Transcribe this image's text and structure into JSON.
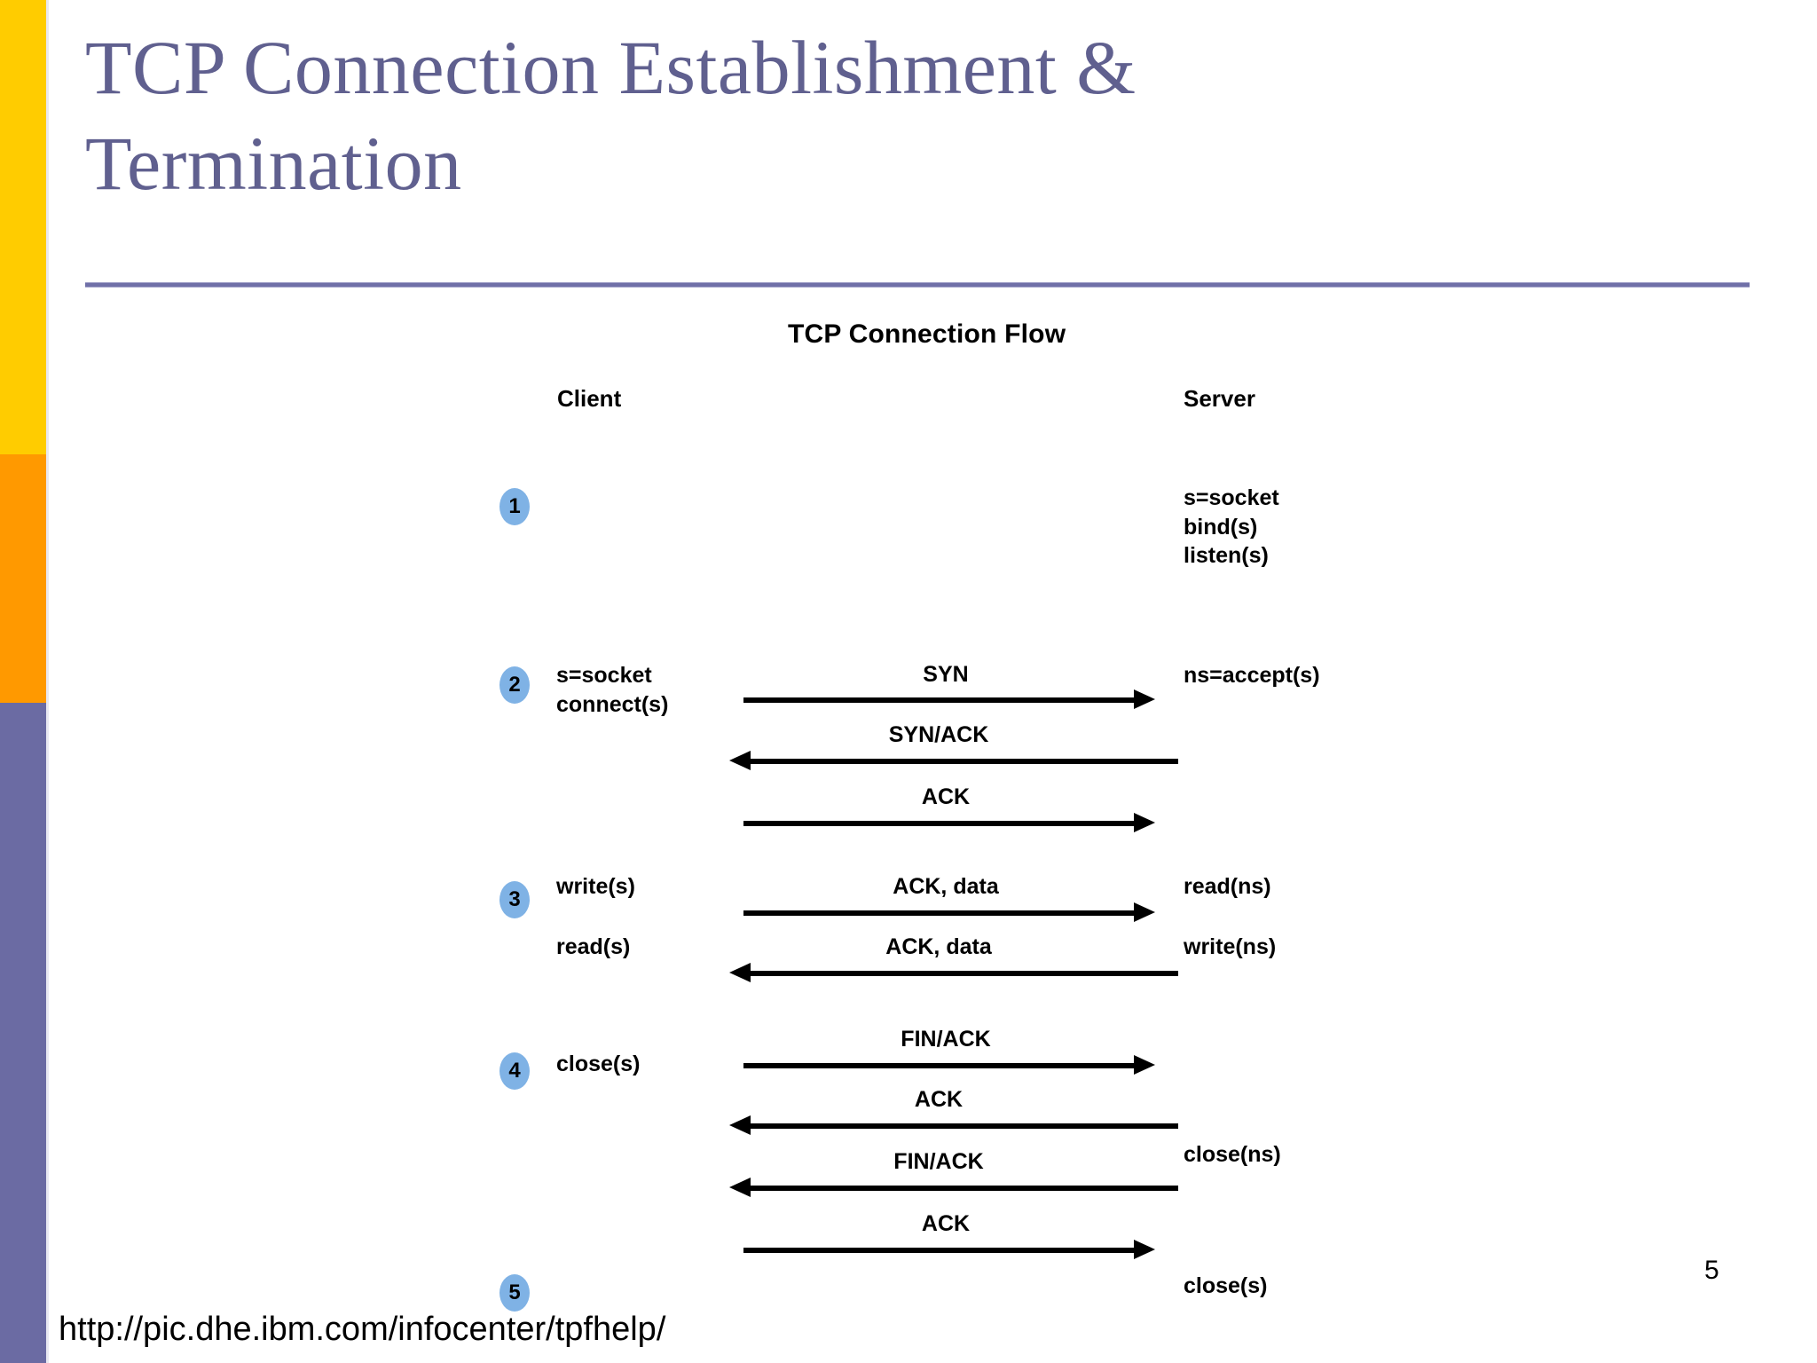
{
  "slide": {
    "title": "TCP Connection Establishment & Termination",
    "page_number": "5",
    "source_url": "http://pic.dhe.ibm.com/infocenter/tpfhelp/",
    "accent_color": "#6B6BA3",
    "title_color": "#60608F",
    "sidebar_colors": [
      "#FFCC00",
      "#FF9900",
      "#6B6BA3"
    ]
  },
  "figure": {
    "title": "TCP Connection Flow",
    "columns": {
      "client": "Client",
      "server": "Server"
    },
    "badge_color": "#7FB2E5",
    "steps": [
      {
        "number": "1",
        "client": "",
        "server": "s=socket\nbind(s)\nlisten(s)"
      },
      {
        "number": "2",
        "client": "s=socket\nconnect(s)",
        "server": "ns=accept(s)"
      },
      {
        "number": "3",
        "client": "write(s)",
        "server": "read(ns)"
      },
      {
        "number": "4",
        "client": "close(s)",
        "server": "close(ns)"
      },
      {
        "number": "5",
        "client": "",
        "server": "close(s)"
      }
    ],
    "step3_second": {
      "client": "read(s)",
      "server": "write(ns)"
    },
    "messages": [
      {
        "label": "SYN",
        "direction": "right"
      },
      {
        "label": "SYN/ACK",
        "direction": "left"
      },
      {
        "label": "ACK",
        "direction": "right"
      },
      {
        "label": "ACK, data",
        "direction": "right"
      },
      {
        "label": "ACK, data",
        "direction": "left"
      },
      {
        "label": "FIN/ACK",
        "direction": "right"
      },
      {
        "label": "ACK",
        "direction": "left"
      },
      {
        "label": "FIN/ACK",
        "direction": "left"
      },
      {
        "label": "ACK",
        "direction": "right"
      }
    ]
  }
}
